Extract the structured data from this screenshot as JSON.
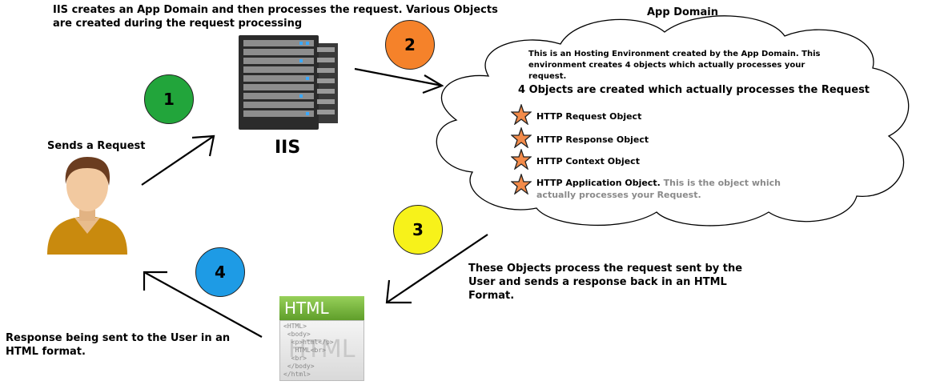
{
  "app_domain_title": "App Domain",
  "iis_caption": "IIS creates an App Domain and then processes the request. Various Objects are created during the request processing",
  "iis_label": "IIS",
  "user_caption": "Sends a Request",
  "response_caption": "Response being sent to the User in an HTML format.",
  "process_caption": "These Objects process the request sent by the User and sends a response back in an HTML Format.",
  "cloud": {
    "intro": "This is an Hosting Environment created by the App Domain. This environment creates 4 objects which actually processes your request.",
    "heading": "4 Objects are created which actually processes the Request",
    "objects": [
      {
        "label": "HTTP Request Object",
        "note": ""
      },
      {
        "label": "HTTP Response Object",
        "note": ""
      },
      {
        "label": "HTTP Context Object",
        "note": ""
      },
      {
        "label": "HTTP Application Object.",
        "note": "This is the object which actually processes your Request."
      }
    ]
  },
  "steps": [
    {
      "number": "1",
      "color": "#22a53b"
    },
    {
      "number": "2",
      "color": "#f5822a"
    },
    {
      "number": "3",
      "color": "#f7f21a"
    },
    {
      "number": "4",
      "color": "#1e9be5"
    }
  ],
  "html_icon": {
    "title": "HTML",
    "code": "<HTML>\n <body>\n  <p>html</p>\n   HTML<br>\n  <br>\n </body>\n</html>",
    "watermark": "HTML"
  }
}
